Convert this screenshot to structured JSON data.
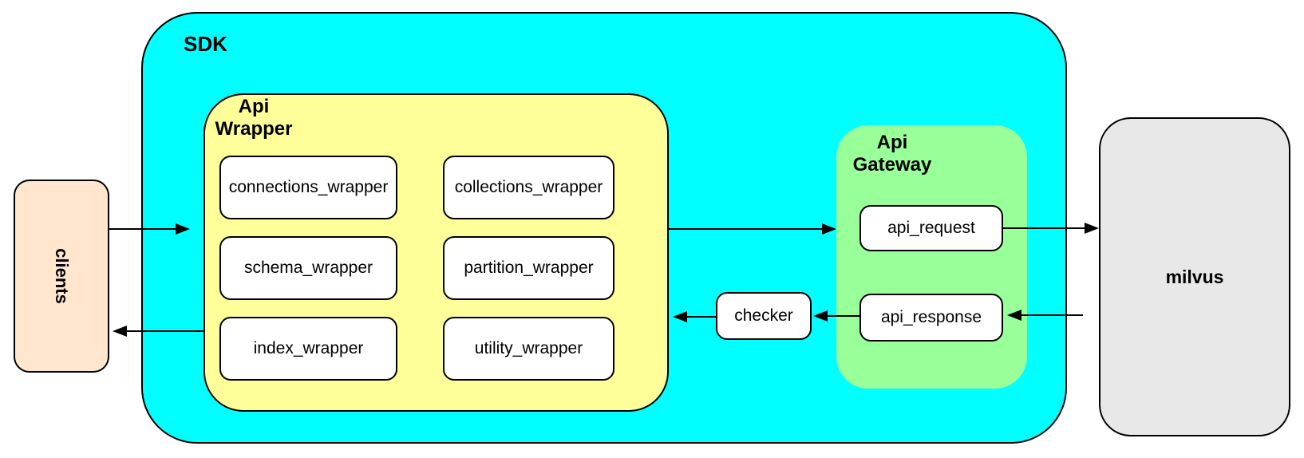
{
  "colors": {
    "sdk_fill": "#00ffff",
    "wrapper_fill": "#ffff99",
    "gateway_fill": "#99ff99",
    "clients_fill": "#ffe6cc",
    "milvus_fill": "#e8e8e8",
    "node_fill": "#ffffff",
    "stroke": "#000000"
  },
  "sdk": {
    "label": "SDK"
  },
  "clients": {
    "label": "clients"
  },
  "milvus": {
    "label": "milvus"
  },
  "api_wrapper": {
    "label": "Api\nWrapper",
    "boxes": [
      "connections_wrapper",
      "collections_wrapper",
      "schema_wrapper",
      "partition_wrapper",
      "index_wrapper",
      "utility_wrapper"
    ]
  },
  "api_gateway": {
    "label": "Api\nGateway",
    "request": "api_request",
    "response": "api_response"
  },
  "checker": {
    "label": "checker"
  },
  "flows": [
    {
      "from": "clients",
      "to": "sdk"
    },
    {
      "from": "api_wrapper",
      "to": "api_gateway"
    },
    {
      "from": "api_request",
      "to": "milvus"
    },
    {
      "from": "milvus",
      "to": "api_response"
    },
    {
      "from": "api_response",
      "to": "checker"
    },
    {
      "from": "checker",
      "to": "api_wrapper"
    },
    {
      "from": "api_wrapper",
      "to": "clients"
    }
  ]
}
